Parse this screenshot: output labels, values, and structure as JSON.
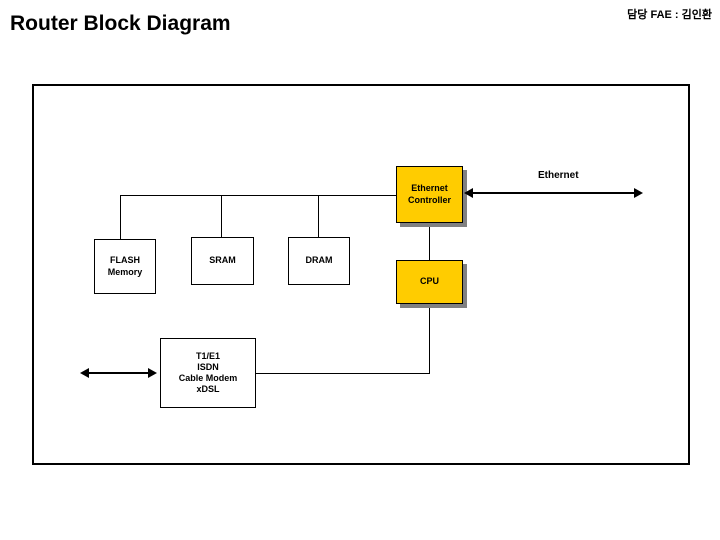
{
  "header": {
    "title": "Router Block Diagram",
    "fae_note": "담당 FAE : 김인환"
  },
  "diagram": {
    "accent_color": "#FFCC00",
    "shadow_color": "#808080",
    "line_color": "#000000",
    "nodes": [
      {
        "id": "flash",
        "label_lines": [
          "FLASH",
          "Memory"
        ],
        "style": "white"
      },
      {
        "id": "sram",
        "label_lines": [
          "SRAM"
        ],
        "style": "white"
      },
      {
        "id": "dram",
        "label_lines": [
          "DRAM"
        ],
        "style": "white"
      },
      {
        "id": "ethctl",
        "label_lines": [
          "Ethernet",
          "Controller"
        ],
        "style": "yellow"
      },
      {
        "id": "cpu",
        "label_lines": [
          "CPU"
        ],
        "style": "yellow"
      },
      {
        "id": "wan",
        "label_lines": [
          "T1/E1",
          "ISDN",
          "Cable Modem",
          "xDSL"
        ],
        "style": "white"
      }
    ],
    "labels": {
      "flash_line1": "FLASH",
      "flash_line2": "Memory",
      "sram": "SRAM",
      "dram": "DRAM",
      "ethernet_controller_line1": "Ethernet",
      "ethernet_controller_line2": "Controller",
      "cpu": "CPU",
      "wan_line1": "T1/E1",
      "wan_line2": "ISDN",
      "wan_line3": "Cable Modem",
      "wan_line4": "xDSL",
      "ethernet_port": "Ethernet"
    }
  }
}
